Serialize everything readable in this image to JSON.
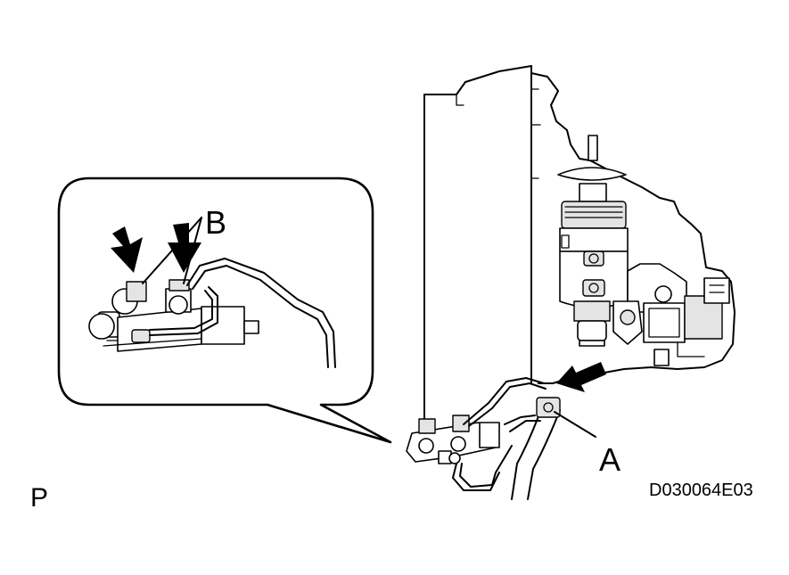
{
  "labels": {
    "callout_a": "A",
    "callout_b": "B",
    "view": "P",
    "drawing_code": "D030064E03"
  },
  "icons": {
    "arrow_a": "push-direction-arrow-icon",
    "arrows_b": "push-direction-arrow-icon"
  }
}
